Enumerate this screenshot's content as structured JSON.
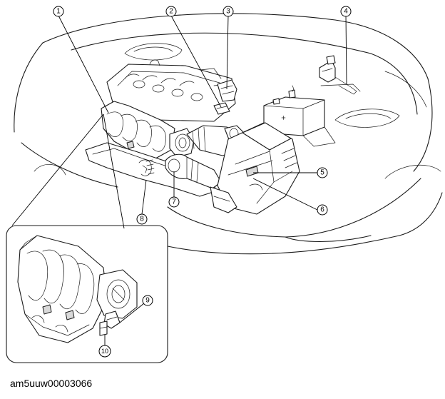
{
  "figure": {
    "id": "am5uuw00003066"
  },
  "callouts": [
    {
      "label": "1"
    },
    {
      "label": "2"
    },
    {
      "label": "3"
    },
    {
      "label": "4"
    },
    {
      "label": "5"
    },
    {
      "label": "6"
    },
    {
      "label": "7"
    },
    {
      "label": "8"
    },
    {
      "label": "9"
    },
    {
      "label": "10"
    }
  ],
  "colors": {
    "line": "#1a1a1a",
    "shade": "#d9d9d9",
    "background": "#ffffff"
  }
}
